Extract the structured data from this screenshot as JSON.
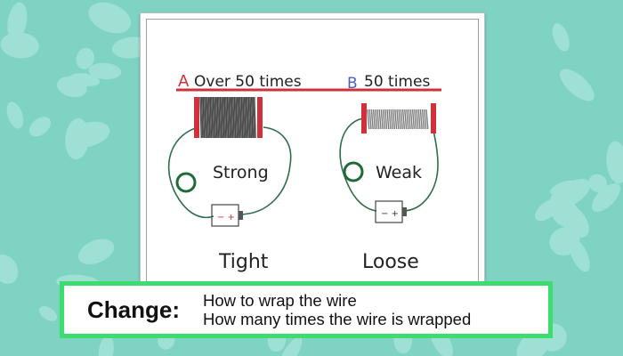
{
  "colors": {
    "background": "#7fd3c3",
    "blob": "#9ee0d3",
    "accent_red": "#d0303a",
    "wire_green": "#2e6e4a",
    "caption_border": "#3ddc6e"
  },
  "diagram": {
    "coil_a": {
      "letter": "A",
      "label": "Over 50 times",
      "strength": "Strong",
      "winding": "Tight"
    },
    "coil_b": {
      "letter": "B",
      "label": "50 times",
      "strength": "Weak",
      "winding": "Loose"
    },
    "battery_symbol": "− +"
  },
  "caption": {
    "label": "Change:",
    "lines": [
      "How to wrap the wire",
      "How many times the wire is wrapped"
    ]
  }
}
